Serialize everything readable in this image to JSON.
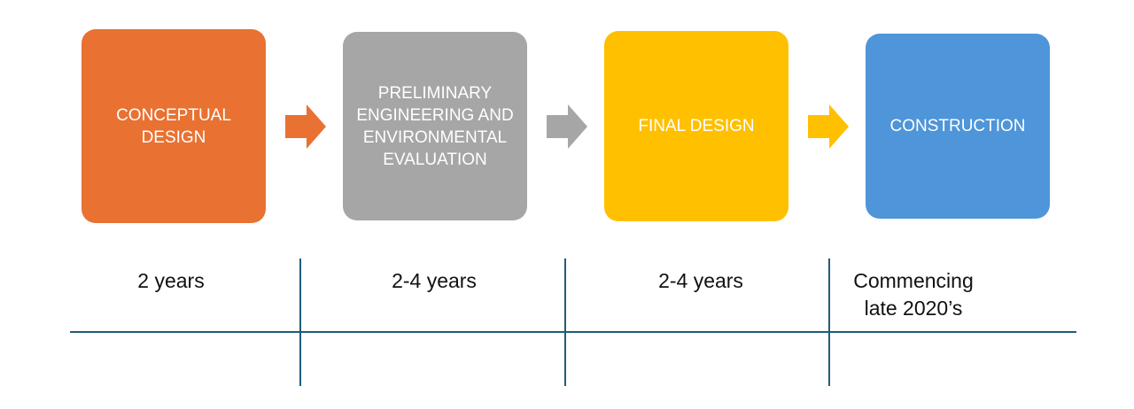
{
  "stages": [
    {
      "label": "CONCEPTUAL DESIGN",
      "duration": "2 years",
      "color": "#E97132"
    },
    {
      "label": "PRELIMINARY ENGINEERING AND ENVIRONMENTAL EVALUATION",
      "duration": "2-4 years",
      "color": "#A6A6A6"
    },
    {
      "label": "FINAL DESIGN",
      "duration": "2-4 years",
      "color": "#FFC000"
    },
    {
      "label": "CONSTRUCTION",
      "duration": "Commencing late 2020’s",
      "color": "#4E95D9"
    }
  ],
  "line_color": "#1F5C7A"
}
